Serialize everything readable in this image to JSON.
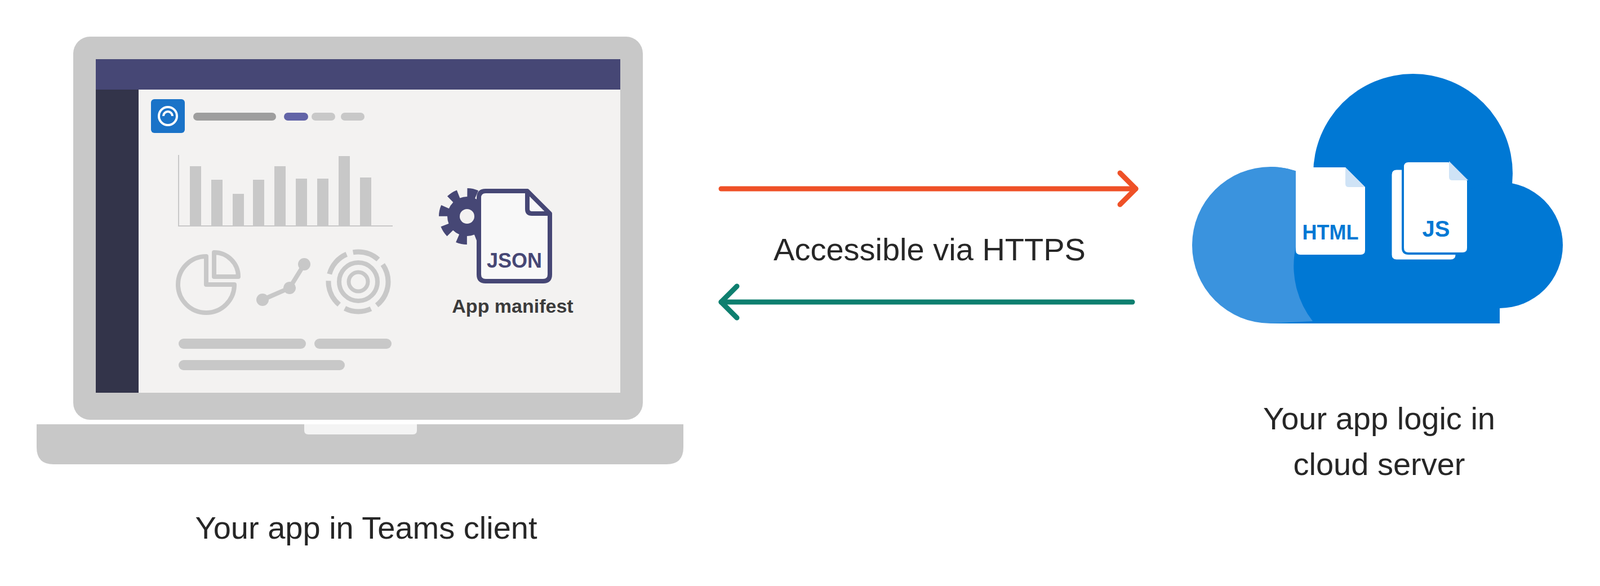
{
  "diagram": {
    "nodes": [
      {
        "text": [
          "Your app in Teams client"
        ]
      },
      {
        "text": [
          "JSON",
          "App manifest"
        ],
        "in": 0
      },
      {
        "text": [
          "Your app logic in cloud server"
        ]
      },
      {
        "text": [
          "HTML"
        ],
        "in": 2
      },
      {
        "text": [
          "JS"
        ],
        "in": 2
      }
    ],
    "edges": [
      {
        "from": 0,
        "to": 2,
        "arrow": "to"
      },
      {
        "from": 2,
        "to": 0,
        "arrow": "to"
      }
    ],
    "labels": [
      "Accessible via HTTPS"
    ]
  }
}
